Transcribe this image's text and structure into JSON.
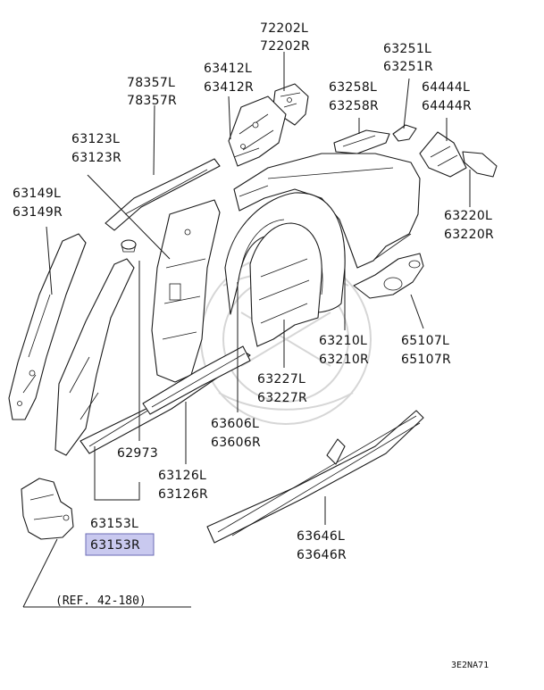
{
  "colors": {
    "highlight_fill": "#c9c9ef",
    "highlight_stroke": "#6b6bb5",
    "line": "#1a1a1a"
  },
  "labels": {
    "p72202": {
      "l": "72202L",
      "r": "72202R"
    },
    "p63251": {
      "l": "63251L",
      "r": "63251R"
    },
    "p78357": {
      "l": "78357L",
      "r": "78357R"
    },
    "p63412": {
      "l": "63412L",
      "r": "63412R"
    },
    "p63258": {
      "l": "63258L",
      "r": "63258R"
    },
    "p64444": {
      "l": "64444L",
      "r": "64444R"
    },
    "p63123": {
      "l": "63123L",
      "r": "63123R"
    },
    "p63149": {
      "l": "63149L",
      "r": "63149R"
    },
    "p63220": {
      "l": "63220L",
      "r": "63220R"
    },
    "p63210": {
      "l": "63210L",
      "r": "63210R"
    },
    "p65107": {
      "l": "65107L",
      "r": "65107R"
    },
    "p63227": {
      "l": "63227L",
      "r": "63227R"
    },
    "p63606": {
      "l": "63606L",
      "r": "63606R"
    },
    "p62973": {
      "single": "62973"
    },
    "p63126": {
      "l": "63126L",
      "r": "63126R"
    },
    "p63153": {
      "l": "63153L",
      "r": "63153R"
    },
    "p63646": {
      "l": "63646L",
      "r": "63646R"
    }
  },
  "reference": "(REF. 42-180)",
  "diagram_code": "3E2NA71"
}
